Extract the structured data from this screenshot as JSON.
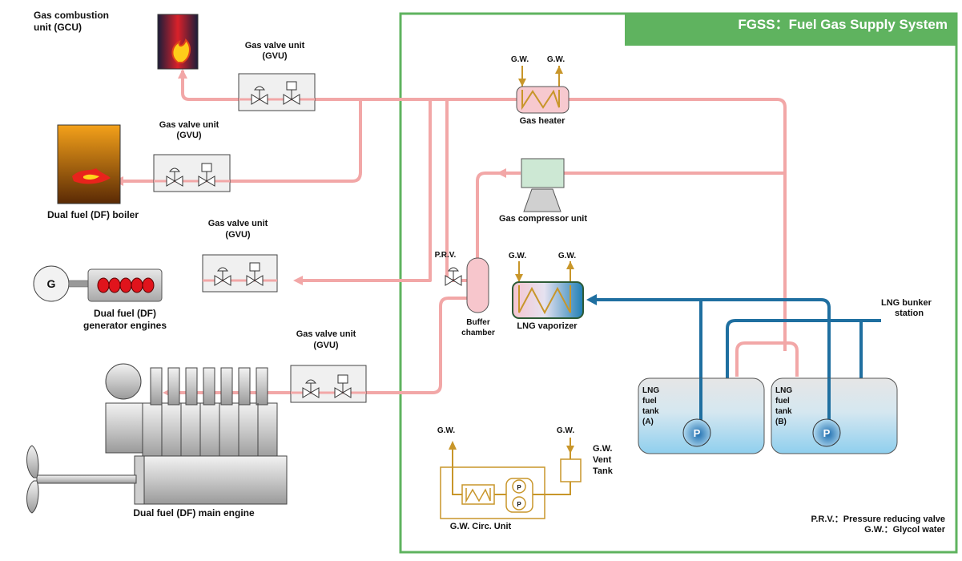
{
  "header": {
    "title": "FGSS：Fuel Gas Supply System"
  },
  "components": {
    "gcu": {
      "line1": "Gas combustion",
      "line2": "unit (GCU)"
    },
    "gvu1": {
      "line1": "Gas valve unit",
      "line2": "(GVU)"
    },
    "gvu2": {
      "line1": "Gas valve unit",
      "line2": "(GVU)"
    },
    "gvu3": {
      "line1": "Gas valve unit",
      "line2": "(GVU)"
    },
    "gvu4": {
      "line1": "Gas valve unit",
      "line2": "(GVU)"
    },
    "boiler": {
      "label": "Dual fuel (DF) boiler"
    },
    "generator": {
      "symbol": "G",
      "line1": "Dual fuel (DF)",
      "line2": "generator engines"
    },
    "main_engine": {
      "label": "Dual fuel (DF) main engine"
    },
    "gas_heater": {
      "label": "Gas heater",
      "gw_in": "G.W.",
      "gw_out": "G.W."
    },
    "compressor": {
      "label": "Gas compressor unit"
    },
    "prv": {
      "label": "P.R.V."
    },
    "buffer": {
      "line1": "Buffer",
      "line2": "chamber"
    },
    "vaporizer": {
      "label": "LNG vaporizer",
      "gw_in": "G.W.",
      "gw_out": "G.W."
    },
    "bunker": {
      "line1": "LNG bunker",
      "line2": "station"
    },
    "tank_a": {
      "line1": "LNG",
      "line2": "fuel",
      "line3": "tank",
      "line4": "(A)",
      "pump": "P"
    },
    "tank_b": {
      "line1": "LNG",
      "line2": "fuel",
      "line3": "tank",
      "line4": "(B)",
      "pump": "P"
    },
    "gw_circ": {
      "label": "G.W. Circ. Unit",
      "gw_left": "G.W.",
      "gw_right": "G.W.",
      "pump1": "P",
      "pump2": "P"
    },
    "vent_tank": {
      "line1": "G.W.",
      "line2": "Vent",
      "line3": "Tank"
    }
  },
  "legend": {
    "prv_line": "P.R.V.：Pressure reducing valve",
    "gw_line": "G.W.：Glycol water"
  },
  "colors": {
    "system_border": "#5fb35f",
    "header_bg": "#5fb35f",
    "gas_line": "#f2a7a7",
    "lng_line": "#1f6fa0",
    "glycol_line": "#c8962a",
    "tank_fill": "#9ed3ee"
  }
}
